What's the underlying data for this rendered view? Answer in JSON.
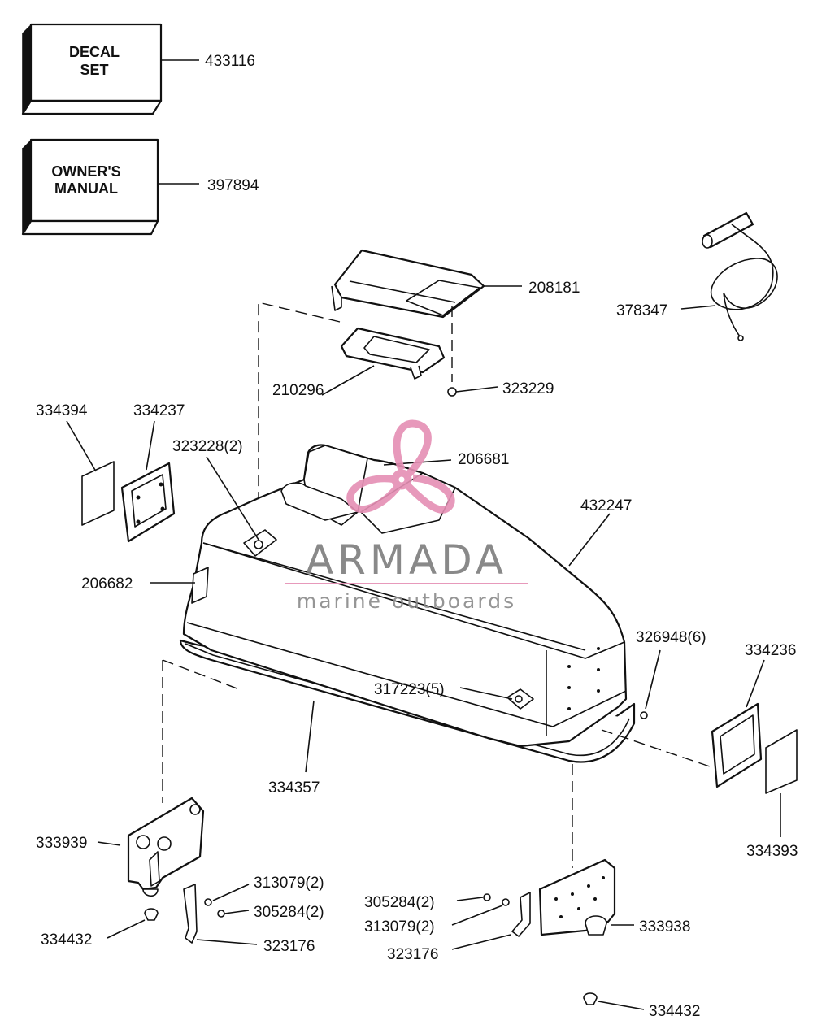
{
  "boxes": {
    "decal_set": {
      "line1": "DECAL",
      "line2": "SET",
      "part": "433116"
    },
    "owners_manual": {
      "line1": "OWNER'S",
      "line2": "MANUAL",
      "part": "397894"
    }
  },
  "labels": {
    "p208181": "208181",
    "p378347": "378347",
    "p210296": "210296",
    "p323229": "323229",
    "p334394": "334394",
    "p334237": "334237",
    "p323228": "323228(2)",
    "p206681": "206681",
    "p432247": "432247",
    "p206682": "206682",
    "p326948": "326948(6)",
    "p334236": "334236",
    "p317223": "317223(5)",
    "p334357": "334357",
    "p334393": "334393",
    "p333939": "333939",
    "p313079_l": "313079(2)",
    "p305284_l": "305284(2)",
    "p334432_l": "334432",
    "p323176_l": "323176",
    "p305284_r": "305284(2)",
    "p313079_r": "313079(2)",
    "p323176_r": "323176",
    "p333938": "333938",
    "p334432_r": "334432"
  },
  "watermark": {
    "brand": "ARMADA",
    "tagline": "marine outboards",
    "logo_color": "#e58fb4"
  }
}
